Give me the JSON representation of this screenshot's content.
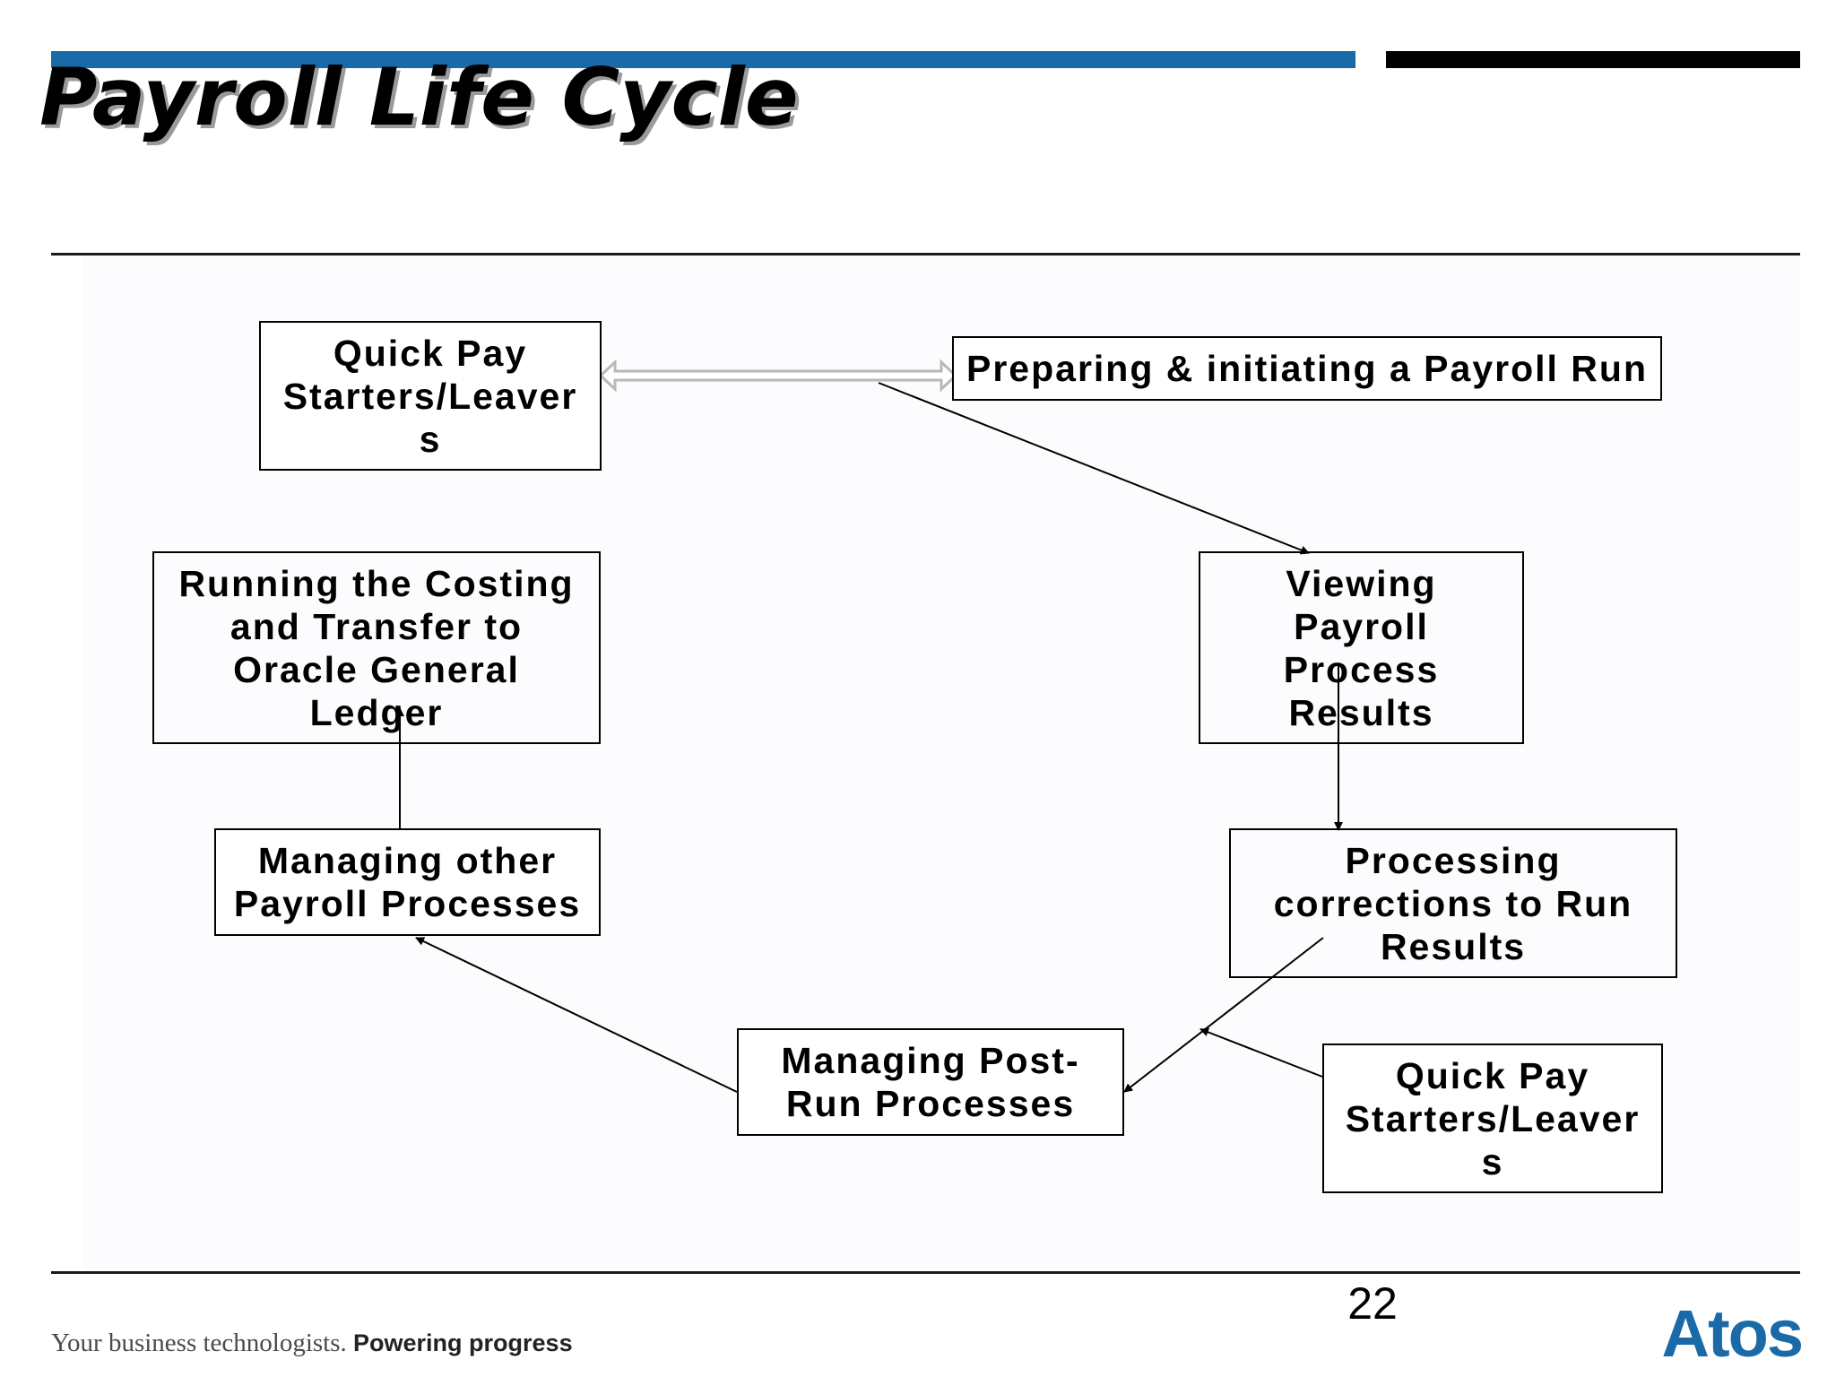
{
  "slide": {
    "title": "Payroll Life Cycle",
    "page_number": "22",
    "footer": {
      "tagline": "Your business technologists.",
      "tagline_strong": "Powering progress",
      "logo": "Atos"
    },
    "colors": {
      "accent": "#1a6aa7",
      "text": "#000000",
      "connector_double": "#c0c0c0"
    }
  },
  "diagram": {
    "boxes": [
      {
        "id": "quick-pay-top",
        "label": "Quick Pay\nStarters/Leaver\ns"
      },
      {
        "id": "preparing-run",
        "label": "Preparing & initiating a Payroll Run"
      },
      {
        "id": "running-costing",
        "label": "Running the Costing\nand Transfer to\nOracle General\nLedger"
      },
      {
        "id": "viewing-results",
        "label": "Viewing\nPayroll\nProcess\nResults"
      },
      {
        "id": "managing-other",
        "label": "Managing other\nPayroll Processes"
      },
      {
        "id": "processing-corrections",
        "label": "Processing\ncorrections to Run\nResults"
      },
      {
        "id": "managing-post-run",
        "label": "Managing Post-\nRun Processes"
      },
      {
        "id": "quick-pay-bottom",
        "label": "Quick Pay\nStarters/Leaver\ns"
      }
    ],
    "connectors": [
      {
        "from": "quick-pay-top",
        "to": "preparing-run",
        "style": "double-headed"
      },
      {
        "from": "preparing-run",
        "to": "viewing-results",
        "style": "arrow"
      },
      {
        "from": "viewing-results",
        "to": "processing-corrections",
        "style": "arrow"
      },
      {
        "from": "processing-corrections",
        "to": "managing-post-run",
        "style": "arrow"
      },
      {
        "from": "quick-pay-bottom",
        "to": "managing-post-run",
        "style": "arrow"
      },
      {
        "from": "managing-post-run",
        "to": "managing-other",
        "style": "arrow"
      },
      {
        "from": "managing-other",
        "to": "running-costing",
        "style": "arrow"
      }
    ]
  }
}
